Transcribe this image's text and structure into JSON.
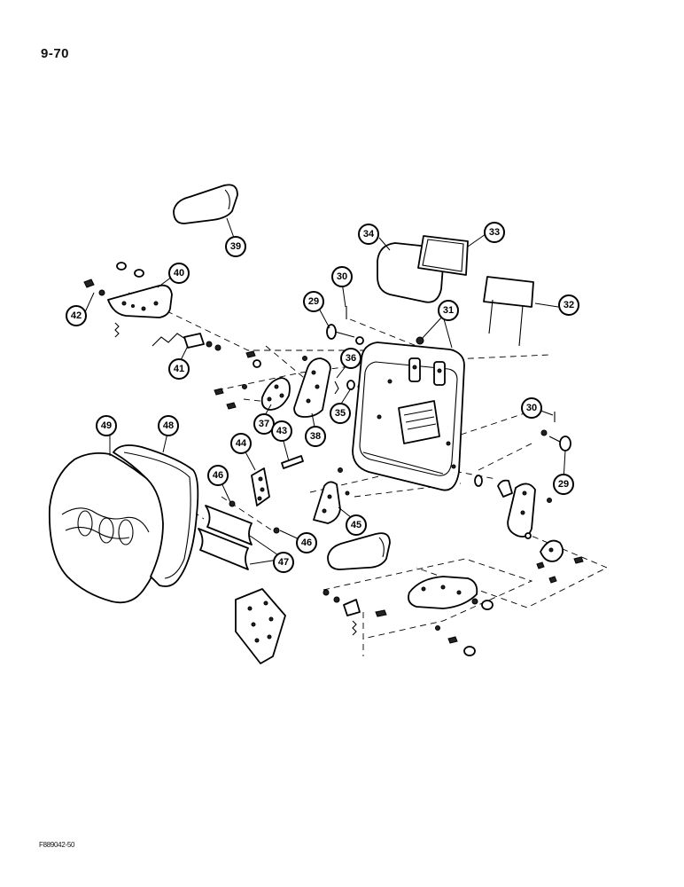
{
  "page_number": "9-70",
  "figure_reference": "F889042-50",
  "callouts": {
    "c29a": "29",
    "c29b": "29",
    "c30a": "30",
    "c30b": "30",
    "c31": "31",
    "c32": "32",
    "c33": "33",
    "c34": "34",
    "c35": "35",
    "c36": "36",
    "c37": "37",
    "c38": "38",
    "c39": "39",
    "c40": "40",
    "c41": "41",
    "c42": "42",
    "c43": "43",
    "c44": "44",
    "c45": "45",
    "c46a": "46",
    "c46b": "46",
    "c47": "47",
    "c48": "48",
    "c49": "49"
  }
}
